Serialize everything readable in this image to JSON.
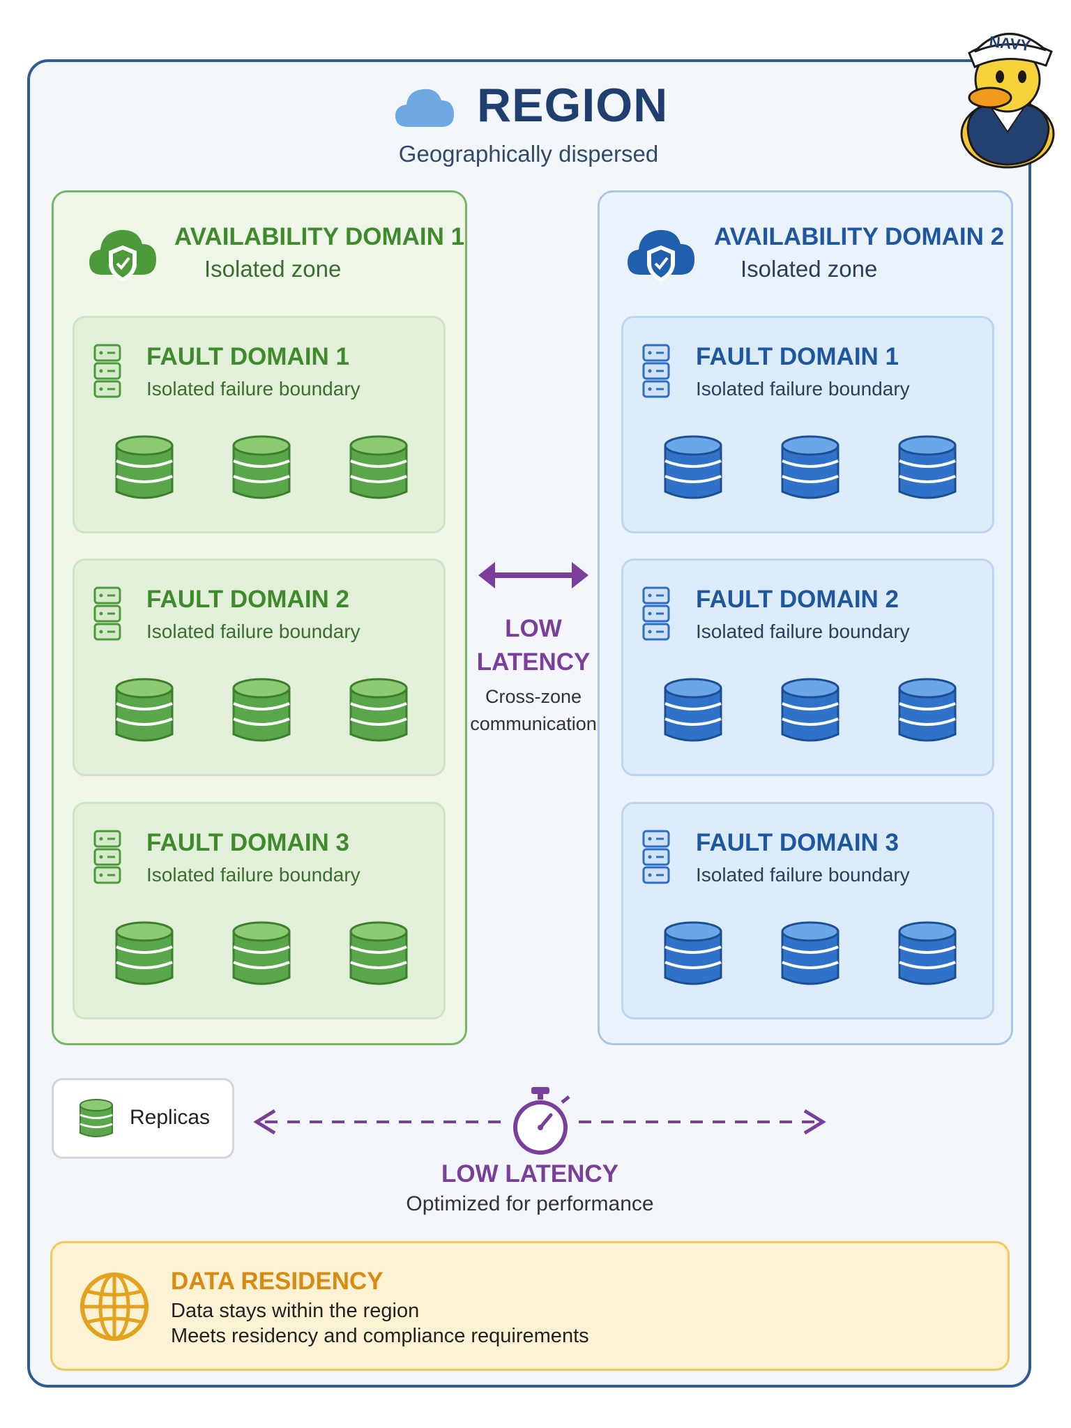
{
  "region": {
    "title": "REGION",
    "subtitle": "Geographically dispersed",
    "icon": "cloud-icon"
  },
  "mascot": {
    "hat_text": "NAVY"
  },
  "availability_domains": [
    {
      "title": "AVAILABILITY DOMAIN 1",
      "subtitle": "Isolated zone",
      "color": "#4c9a3a",
      "fault_domains": [
        {
          "title": "FAULT DOMAIN 1",
          "subtitle": "Isolated failure boundary"
        },
        {
          "title": "FAULT DOMAIN 2",
          "subtitle": "Isolated failure boundary"
        },
        {
          "title": "FAULT DOMAIN 3",
          "subtitle": "Isolated failure boundary"
        }
      ]
    },
    {
      "title": "AVAILABILITY DOMAIN 2",
      "subtitle": "Isolated zone",
      "color": "#2d6fc4",
      "fault_domains": [
        {
          "title": "FAULT DOMAIN 1",
          "subtitle": "Isolated failure boundary"
        },
        {
          "title": "FAULT DOMAIN 2",
          "subtitle": "Isolated failure boundary"
        },
        {
          "title": "FAULT DOMAIN 3",
          "subtitle": "Isolated failure boundary"
        }
      ]
    }
  ],
  "cross_zone": {
    "title_line1": "LOW",
    "title_line2": "LATENCY",
    "desc_line1": "Cross-zone",
    "desc_line2": "communication",
    "color": "#7a3e9b"
  },
  "legend": {
    "label": "Replicas"
  },
  "latency": {
    "title": "LOW LATENCY",
    "subtitle": "Optimized for performance"
  },
  "residency": {
    "title": "DATA RESIDENCY",
    "line1": "Data stays within the region",
    "line2": "Meets residency and compliance requirements",
    "color": "#e2a21e"
  }
}
